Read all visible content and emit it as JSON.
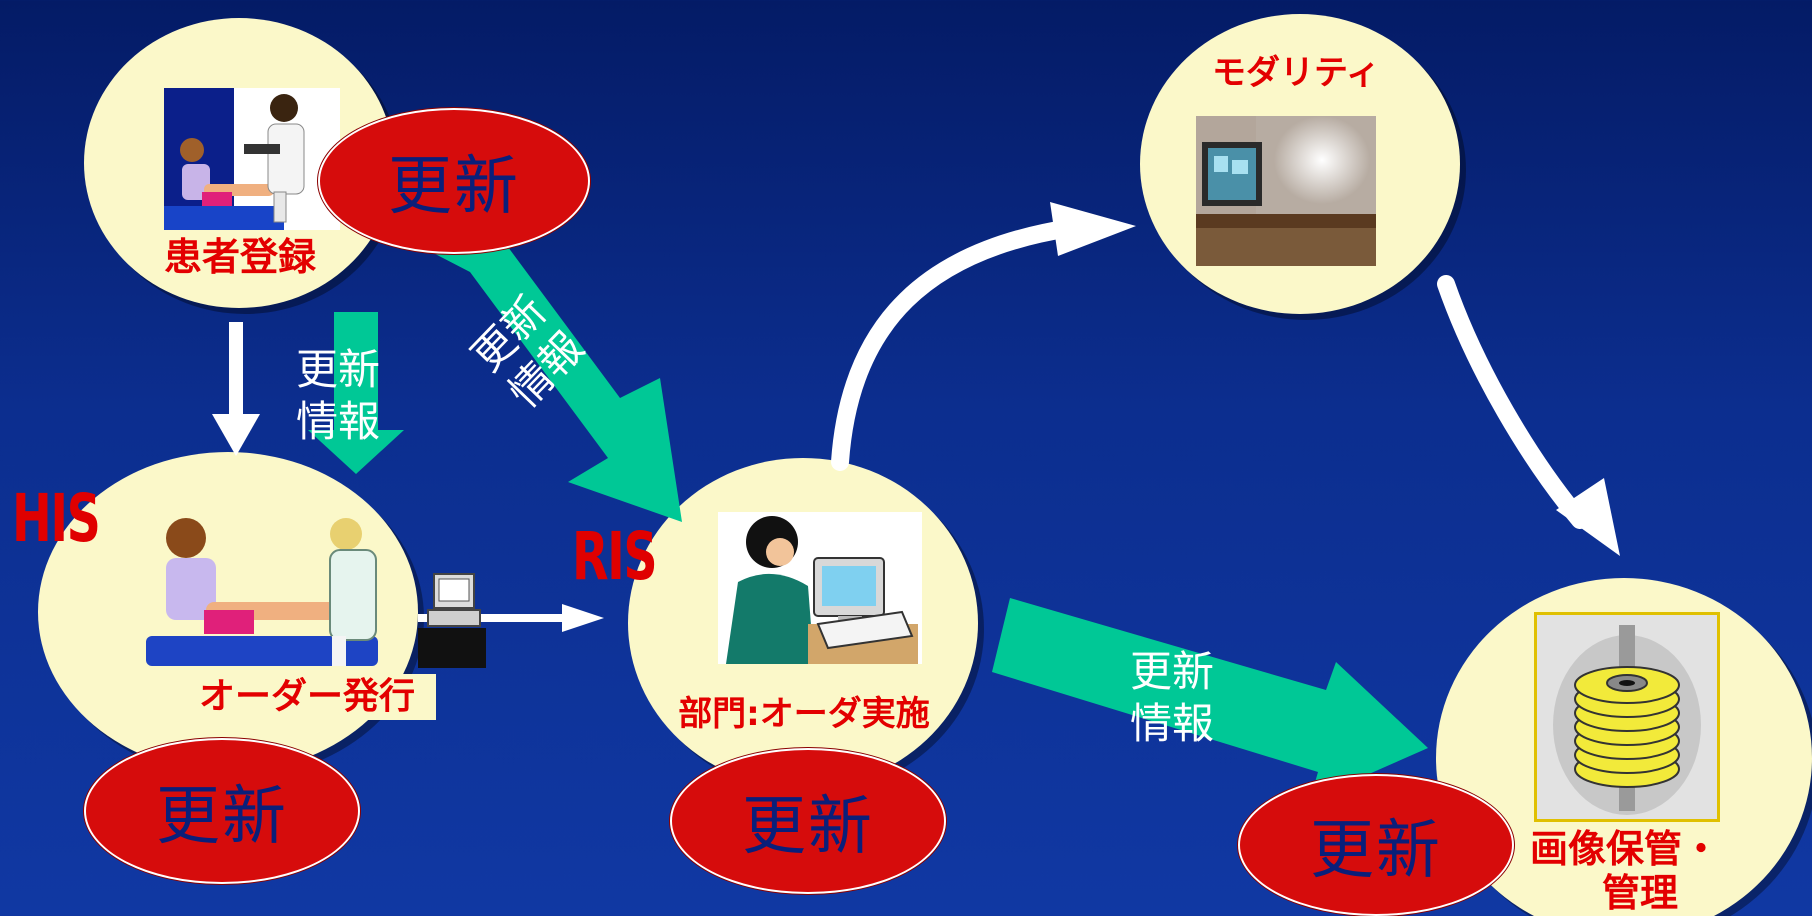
{
  "colors": {
    "background": "#0a2a8a",
    "node_fill": "#fbf8c9",
    "label_red": "#e30000",
    "update_oval": "#d60c0c",
    "update_text": "#0a1f7a",
    "info_arrow": "#00c896",
    "flow_arrow": "#ffffff"
  },
  "systems": {
    "his": "HIS",
    "ris": "RIS"
  },
  "nodes": {
    "patient_registration": {
      "label": "患者登録",
      "icon": "doctor-patient-illustration"
    },
    "order_issue": {
      "label": "オーダー発行",
      "icon": "doctor-patient-computer-illustration"
    },
    "department_order": {
      "label": "部門:オーダ実施",
      "icon": "staff-at-computer-illustration"
    },
    "modality": {
      "label": "モダリティ",
      "icon": "ct-scanner-photo"
    },
    "image_storage": {
      "label_line1": "画像保管・",
      "label_line2": "管理",
      "icon": "xray-disk-stack-illustration"
    }
  },
  "update_badges": {
    "patient_registration": "更新",
    "order_issue": "更新",
    "department_order": "更新",
    "image_storage": "更新"
  },
  "info_labels": {
    "to_order_line1": "更新",
    "to_order_line2": "情報",
    "to_ris_line1": "更新",
    "to_ris_line2": "情報",
    "to_storage_line1": "更新",
    "to_storage_line2": "情報"
  }
}
